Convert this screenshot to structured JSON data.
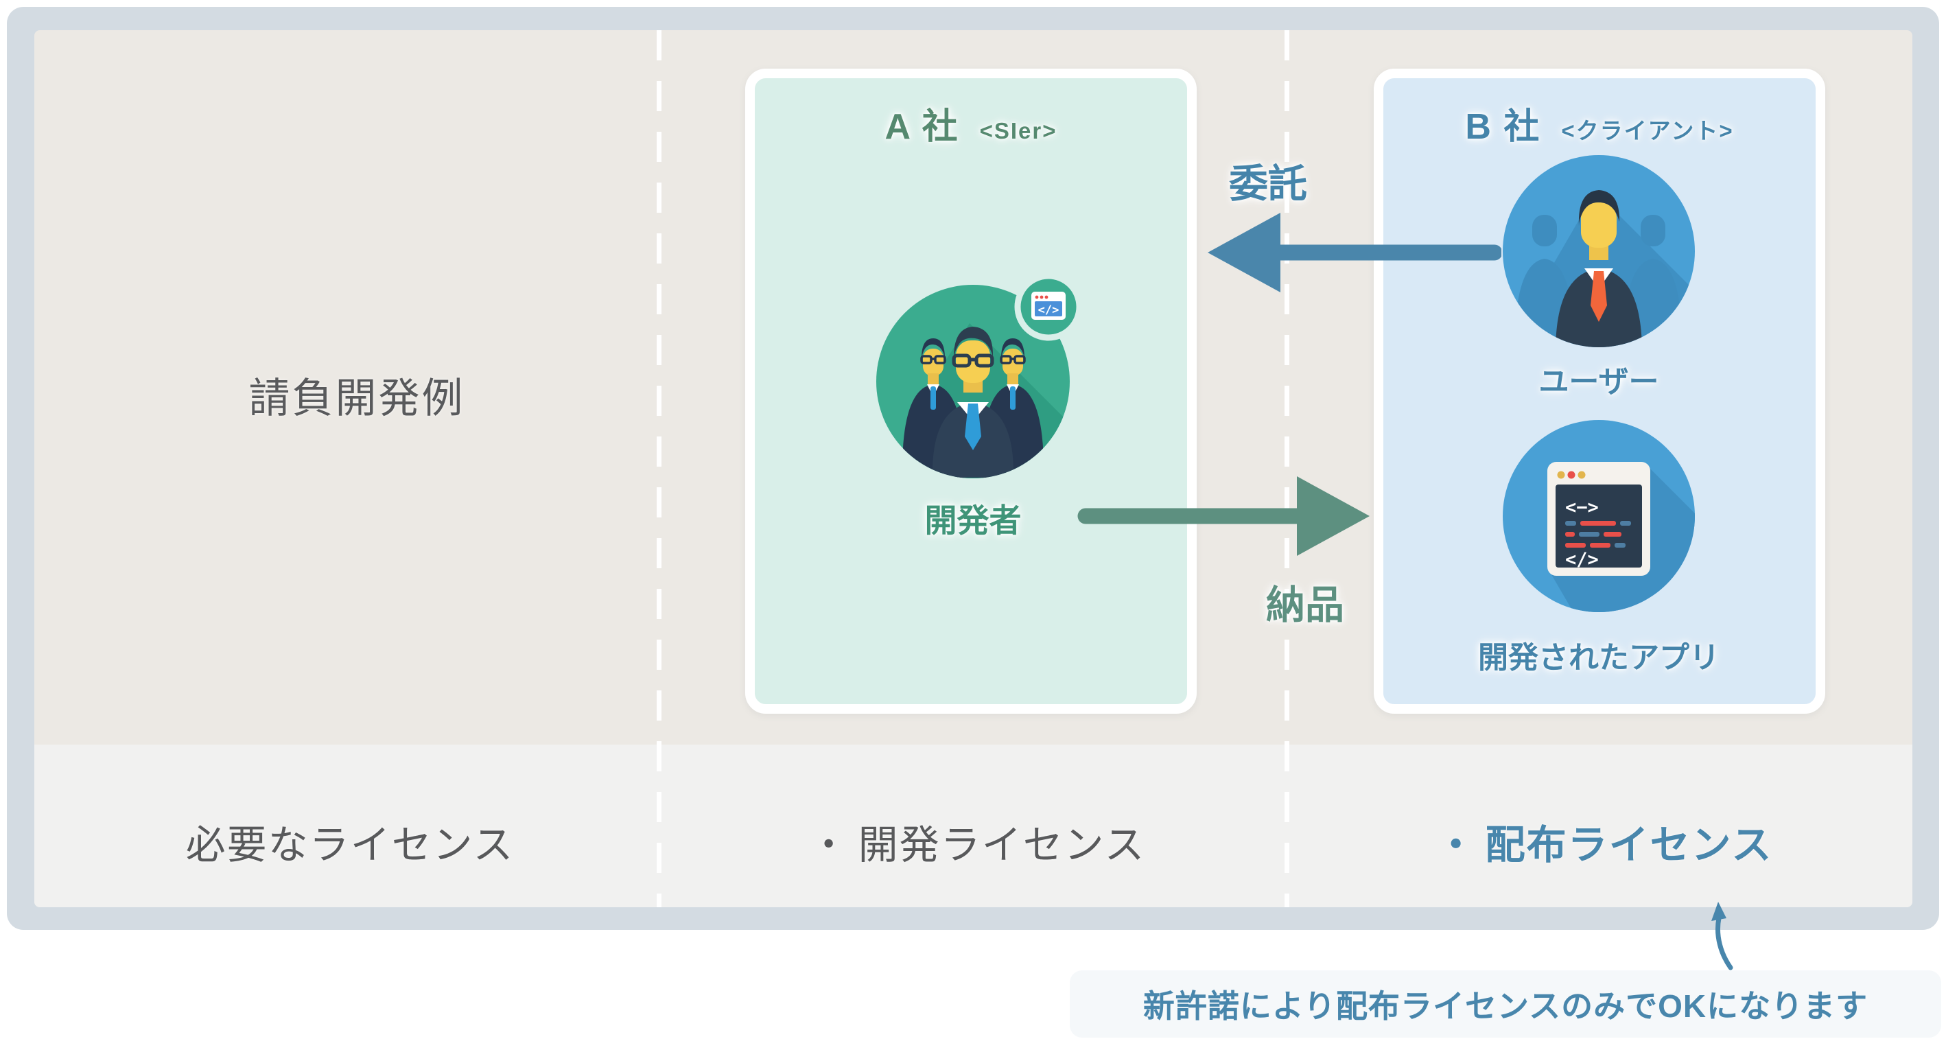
{
  "frame": {
    "border_color": "#d3dbe2",
    "content_bg": "#ece9e4",
    "license_row_bg": "#f1f1f0"
  },
  "row_labels": {
    "example": "請負開発例",
    "required_license": "必要なライセンス"
  },
  "company_a": {
    "name": "A 社",
    "role": "<SIer>",
    "actor_label": "開発者",
    "license_bullet": "・",
    "license": "開発ライセンス",
    "box_bg": "#d9efe9",
    "accent_color": "#55896f"
  },
  "company_b": {
    "name": "B 社",
    "role": "<クライアント>",
    "user_label": "ユーザー",
    "app_label": "開発されたアプリ",
    "license_bullet": "・",
    "license": "配布ライセンス",
    "box_bg": "#d9e9f6",
    "accent_color": "#4584aa"
  },
  "arrows": {
    "commission_label": "委託",
    "commission_color": "#4a86ab",
    "delivery_label": "納品",
    "delivery_color": "#5d9080",
    "note_arrow_color": "#4886ac"
  },
  "annotation": {
    "text": "新許諾により配布ライセンスのみでOKになります",
    "color": "#4886ac",
    "bg": "#f5f8fa"
  },
  "icons": {
    "developers": "developers-group-icon",
    "code_badge_glyph": "</>",
    "user": "business-user-icon",
    "app_code_top_glyph": "<−>",
    "app_code_bottom_glyph": "</>"
  }
}
